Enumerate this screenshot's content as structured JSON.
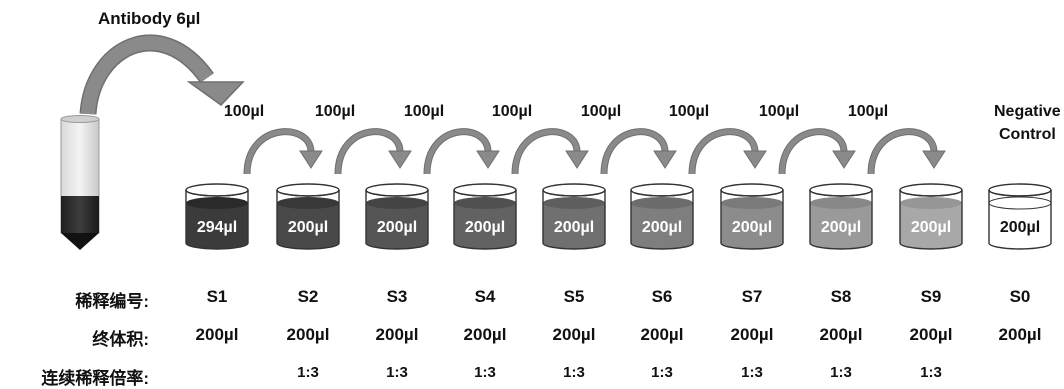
{
  "antibody_label": "Antibody 6µl",
  "transfer_label": "100µl",
  "negative_control": {
    "line1": "Negative",
    "line2": "Control"
  },
  "vessels": [
    {
      "id": "S1",
      "volume": "294µl",
      "fill": "#3b3b3b",
      "cap": "#2a2a2a"
    },
    {
      "id": "S2",
      "volume": "200µl",
      "fill": "#494949",
      "cap": "#383838"
    },
    {
      "id": "S3",
      "volume": "200µl",
      "fill": "#555555",
      "cap": "#444444"
    },
    {
      "id": "S4",
      "volume": "200µl",
      "fill": "#626262",
      "cap": "#505050"
    },
    {
      "id": "S5",
      "volume": "200µl",
      "fill": "#707070",
      "cap": "#5e5e5e"
    },
    {
      "id": "S6",
      "volume": "200µl",
      "fill": "#7e7e7e",
      "cap": "#6c6c6c"
    },
    {
      "id": "S7",
      "volume": "200µl",
      "fill": "#8c8c8c",
      "cap": "#7a7a7a"
    },
    {
      "id": "S8",
      "volume": "200µl",
      "fill": "#9a9a9a",
      "cap": "#888888"
    },
    {
      "id": "S9",
      "volume": "200µl",
      "fill": "#a8a8a8",
      "cap": "#969696"
    },
    {
      "id": "S0",
      "volume": "200µl",
      "fill": "#ffffff",
      "cap": "#ffffff"
    }
  ],
  "rows": {
    "numbering": {
      "label": "稀释编号:",
      "values": [
        "S1",
        "S2",
        "S3",
        "S4",
        "S5",
        "S6",
        "S7",
        "S8",
        "S9",
        "S0"
      ]
    },
    "final_volume": {
      "label": "终体积:",
      "values": [
        "200µl",
        "200µl",
        "200µl",
        "200µl",
        "200µl",
        "200µl",
        "200µl",
        "200µl",
        "200µl",
        "200µl"
      ]
    },
    "ratio": {
      "label": "连续稀释倍率:",
      "values": [
        "",
        "1:3",
        "1:3",
        "1:3",
        "1:3",
        "1:3",
        "1:3",
        "1:3",
        "1:3",
        ""
      ]
    }
  },
  "colors": {
    "arrow": "#8a8a8a",
    "arrow_stroke": "#6f6f6f",
    "outline": "#333333"
  }
}
